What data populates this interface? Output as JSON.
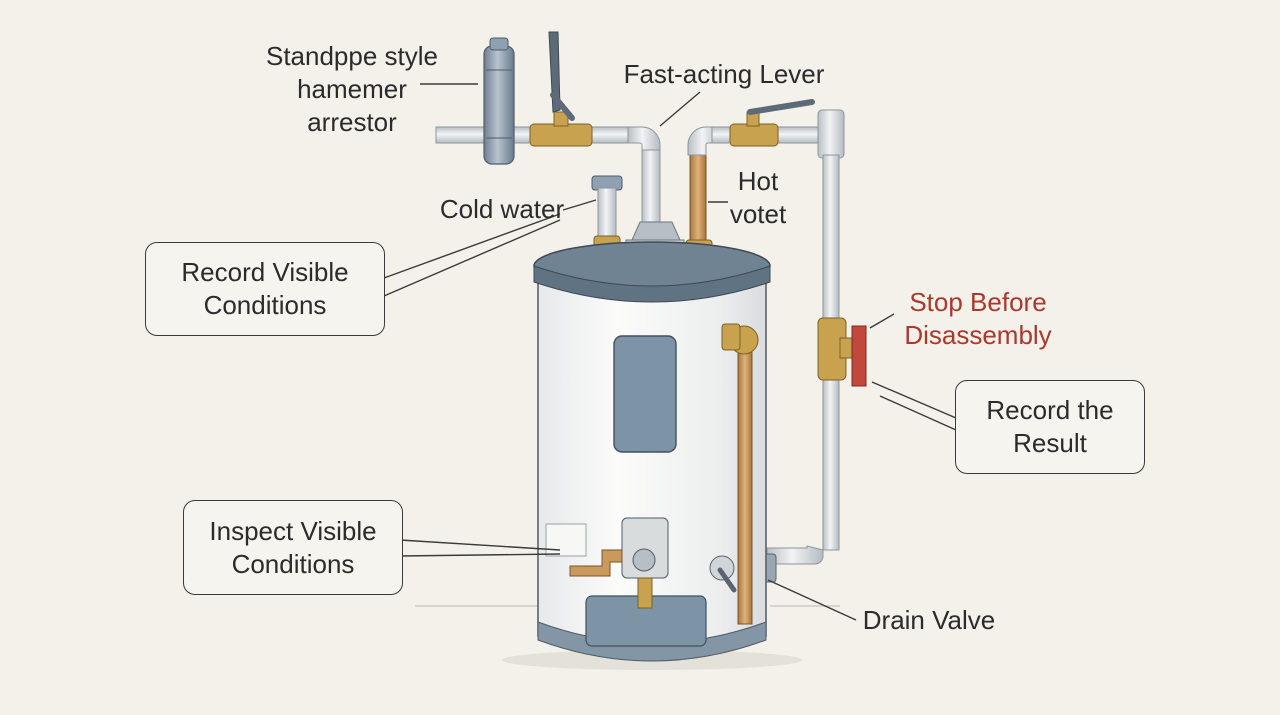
{
  "labels": {
    "hammer_arrestor": [
      "Standppe style",
      "hamemer",
      "arrestor"
    ],
    "fast_acting_lever": "Fast-acting Lever",
    "cold_water": "Cold water",
    "hot_outlet": [
      "Hot",
      "votet"
    ],
    "stop_before": [
      "Stop Before",
      "Disassembly"
    ],
    "drain_valve": "Drain Valve"
  },
  "callouts": {
    "record_visible": [
      "Record Visible",
      "Conditions"
    ],
    "inspect_visible": [
      "Inspect Visible",
      "Conditions"
    ],
    "record_result": [
      "Record the",
      "Result"
    ]
  },
  "colors": {
    "background": "#f3f1ea",
    "pipe_steel": "#dfe3e6",
    "pipe_copper": "#c99a5c",
    "brass": "#c8a24e",
    "tank_shell": "#f6f6f4",
    "tank_lid": "#6f8393",
    "panel_blue": "#7d93a6",
    "valve_red": "#c0483c",
    "accent_red_text": "#a8392c"
  }
}
